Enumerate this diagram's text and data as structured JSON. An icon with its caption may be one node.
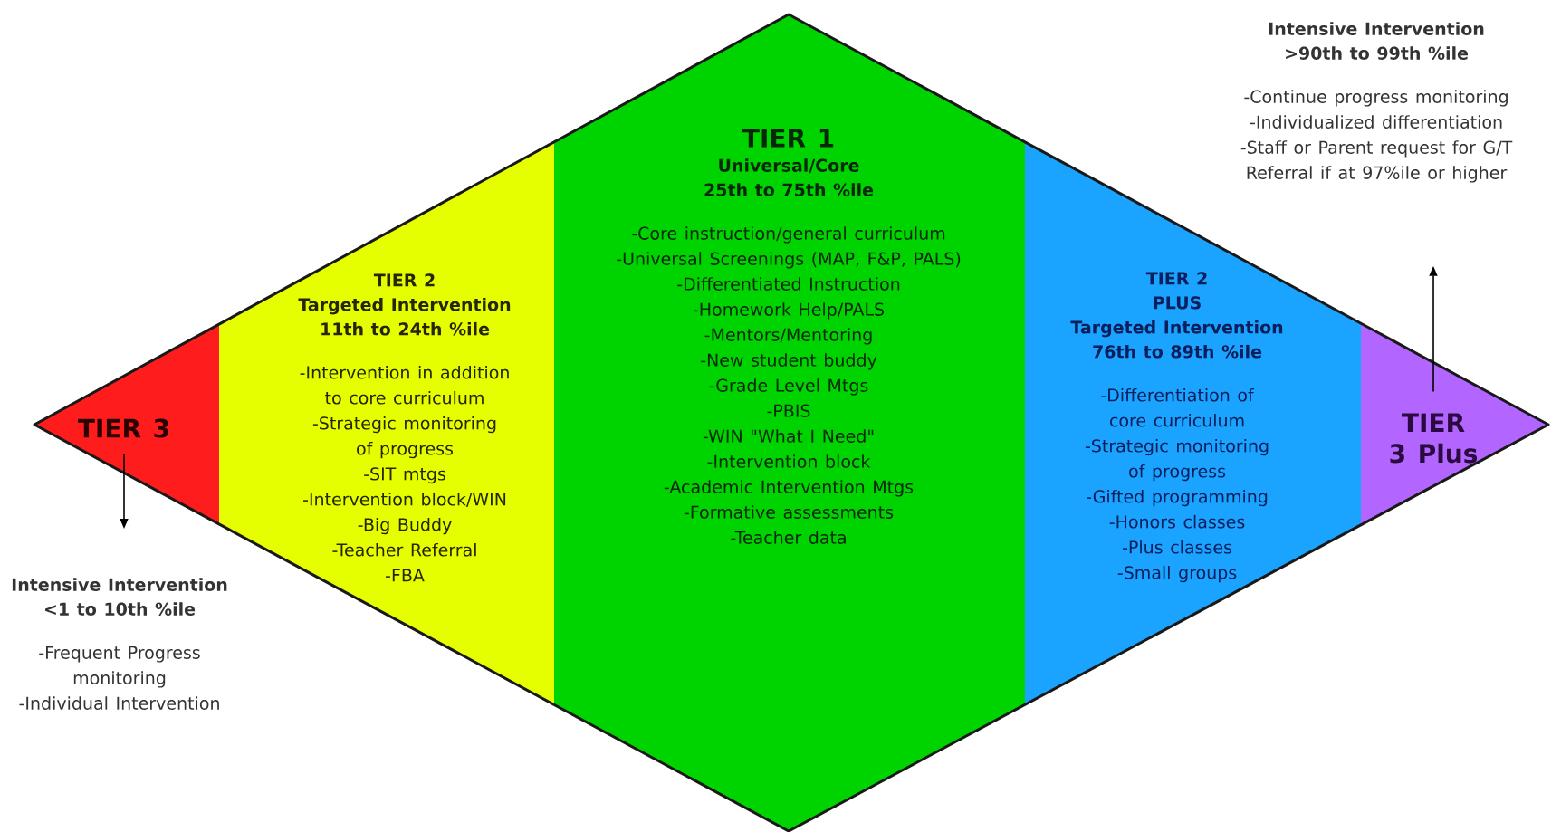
{
  "diagram": {
    "nodes": [
      {
        "text": [
          "TIER 3"
        ]
      },
      {
        "text": [
          "TIER 2",
          "Targeted Intervention",
          "11th to 24th %ile",
          "-Intervention in addition to core curriculum",
          "-Strategic monitoring of progress",
          "-SIT mtgs",
          "-Intervention block/WIN",
          "-Big Buddy",
          "-Teacher Referral",
          "-FBA"
        ]
      },
      {
        "text": [
          "TIER 1",
          "Universal/Core",
          "25th to 75th %ile",
          "-Core instruction/general curriculum",
          "-Universal Screenings (MAP, F&P, PALS)",
          "-Differentiated Instruction",
          "-Homework Help/PALS",
          "-Mentors/Mentoring",
          "-New student buddy",
          "-Grade Level Mtgs",
          "-PBIS",
          "-WIN \"What I Need\"",
          "-Intervention block",
          "-Academic Intervention Mtgs",
          "-Formative assessments",
          "-Teacher data"
        ]
      },
      {
        "text": [
          "TIER 2",
          "PLUS",
          "Targeted Intervention",
          "76th to 89th %ile",
          "-Differentiation of core curriculum",
          "-Strategic monitoring of progress",
          "-Gifted programming",
          "-Honors classes",
          "-Plus classes",
          "-Small groups"
        ]
      },
      {
        "text": [
          "TIER 3 Plus"
        ]
      },
      {
        "text": [
          "Intensive Intervention",
          "<1 to 10th %ile",
          "-Frequent Progress monitoring",
          "-Individual Intervention"
        ]
      },
      {
        "text": [
          "Intensive  Intervention",
          ">90th to 99th %ile",
          "-Continue progress monitoring",
          "-Individualized differentiation",
          "-Staff or Parent request for G/T Referral if at 97%ile or higher"
        ]
      }
    ],
    "edges": [
      {
        "from": 0,
        "to": 5,
        "arrow": "to"
      },
      {
        "from": 4,
        "to": 6,
        "arrow": "to"
      }
    ]
  }
}
